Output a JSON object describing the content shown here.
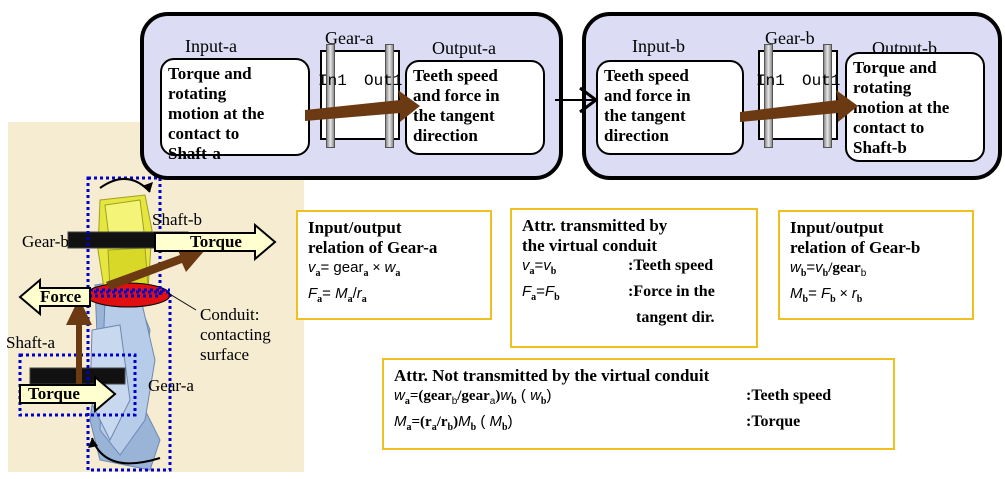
{
  "module_a": {
    "input_label": "Input-a",
    "gear_label": "Gear-a",
    "output_label": "Output-a",
    "port_in": "In1",
    "port_out": "Out1",
    "input_text": [
      "Torque and",
      "rotating",
      "motion at the",
      "contact to",
      "Shaft-a"
    ],
    "output_text": [
      "Teeth speed",
      "and force in",
      "the tangent",
      "direction"
    ]
  },
  "module_b": {
    "input_label": "Input-b",
    "gear_label": "Gear-b",
    "output_label": "Output-b",
    "port_in": "In1",
    "port_out": "Out1",
    "input_text": [
      "Teeth speed",
      "and force in",
      "the tangent",
      "direction"
    ],
    "output_text": [
      "Torque and",
      "rotating",
      "motion at the",
      "contact to",
      "Shaft-b"
    ]
  },
  "illustration": {
    "shaft_b": "Shaft-b",
    "gear_b": "Gear-b",
    "torque_top": "Torque",
    "force": "Force",
    "conduit": [
      "Conduit:",
      "contacting",
      "surface"
    ],
    "shaft_a": "Shaft-a",
    "torque_bottom": "Torque",
    "gear_a": "Gear-a"
  },
  "box_gear_a": {
    "title": [
      "Input/output",
      "relation of Gear-a"
    ],
    "eq1": {
      "lhs": "v",
      "lsub": "a",
      "eq": "= gear",
      "gsub": "a",
      "op": " × ",
      "rhs": "w",
      "rsub": "a"
    },
    "eq2": {
      "lhs": "F",
      "lsub": "a",
      "eq": "= ",
      "num": "M",
      "nsub": "a",
      "div": "/",
      "den": "r",
      "dsub": "a"
    }
  },
  "box_conduit": {
    "title": [
      "Attr. transmitted by",
      "the virtual conduit"
    ],
    "row1": {
      "lhs": "v",
      "lsub": "a",
      "eq": "=",
      "rhs": "v",
      "rsub": "b",
      "desc": ":Teeth speed"
    },
    "row2": {
      "lhs": "F",
      "lsub": "a",
      "eq": "=",
      "rhs": "F",
      "rsub": "b",
      "desc": ":Force in the"
    },
    "row3": "tangent dir."
  },
  "box_gear_b": {
    "title": [
      "Input/output",
      "relation of Gear-b"
    ],
    "eq1": {
      "lhs": "w",
      "lsub": "b",
      "eq": "=",
      "mid": "v",
      "msub": "b",
      "div": "/gear",
      "gsub": "b"
    },
    "eq2": {
      "lhs": "M",
      "lsub": "b",
      "eq": "= ",
      "mid": "F",
      "msub": "b",
      "op": " × ",
      "rhs": "r",
      "rsub": "b"
    }
  },
  "box_not_transmitted": {
    "title": "Attr. Not transmitted by the virtual conduit",
    "row1": {
      "text": "w",
      "sub": "a",
      "rest1": "=(gear",
      "s1": "b",
      "rest2": "/gear",
      "s2": "a",
      "rest3": ")",
      "v": "w",
      "vs": "b",
      "paren": " (     ",
      "v2": "w",
      "v2s": "b",
      "close": ")",
      "desc": ":Teeth speed"
    },
    "row2": {
      "text": "M",
      "sub": "a",
      "rest1": "=(r",
      "s1": "a",
      "rest2": "/r",
      "s2": "b",
      "rest3": ")",
      "v": "M",
      "vs": "b",
      "paren": " (     ",
      "v2": "M",
      "v2s": "b",
      "close": ")",
      "desc": ":Torque"
    }
  },
  "colors": {
    "module_fill": "#dcdcf4",
    "arrow_brown": "#6b3a12",
    "info_border": "#f0c020",
    "panel_bg": "#f5ecd2",
    "dotted_blue": "#0000cc",
    "gear_b_yellow": "#e6e640",
    "gear_a_blue": "#9ab4d8",
    "contact_red": "#e01010"
  }
}
